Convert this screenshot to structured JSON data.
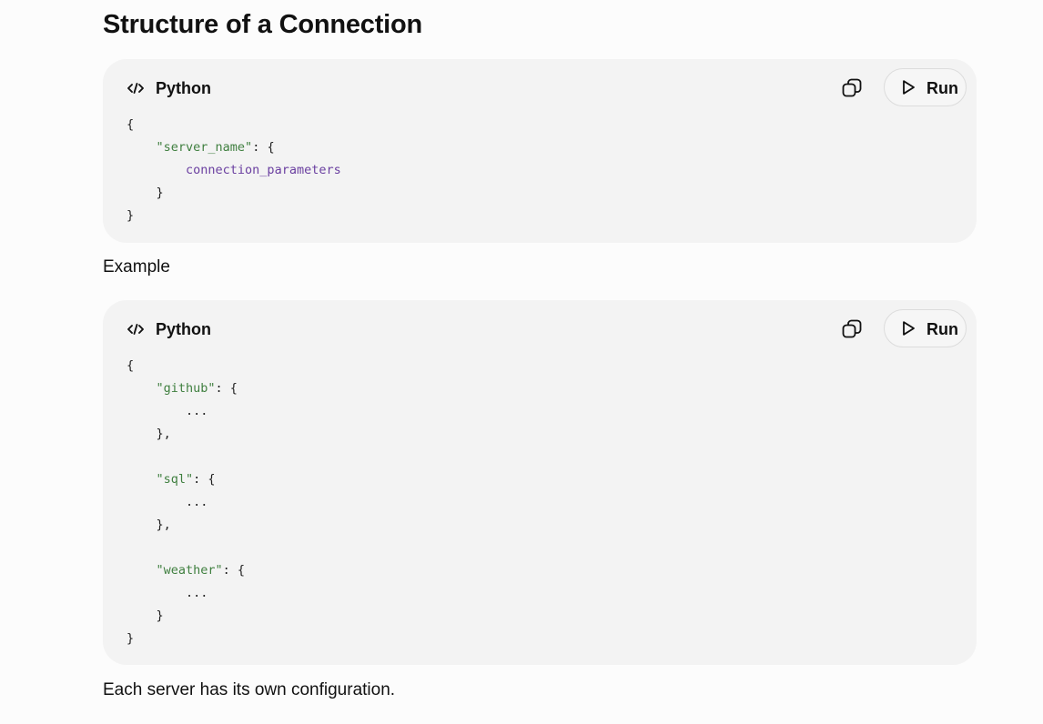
{
  "heading": "Structure of a Connection",
  "code_blocks": [
    {
      "language": "Python",
      "run_label": "Run",
      "lines": [
        [
          {
            "t": "{",
            "c": "p"
          }
        ],
        [
          {
            "t": "    ",
            "c": "p"
          },
          {
            "t": "\"server_name\"",
            "c": "s"
          },
          {
            "t": ": {",
            "c": "p"
          }
        ],
        [
          {
            "t": "        ",
            "c": "p"
          },
          {
            "t": "connection_parameters",
            "c": "i"
          }
        ],
        [
          {
            "t": "    }",
            "c": "p"
          }
        ],
        [
          {
            "t": "}",
            "c": "p"
          }
        ]
      ]
    },
    {
      "language": "Python",
      "run_label": "Run",
      "lines": [
        [
          {
            "t": "{",
            "c": "p"
          }
        ],
        [
          {
            "t": "    ",
            "c": "p"
          },
          {
            "t": "\"github\"",
            "c": "s"
          },
          {
            "t": ": {",
            "c": "p"
          }
        ],
        [
          {
            "t": "        ...",
            "c": "p"
          }
        ],
        [
          {
            "t": "    },",
            "c": "p"
          }
        ],
        [
          {
            "t": "",
            "c": "p"
          }
        ],
        [
          {
            "t": "    ",
            "c": "p"
          },
          {
            "t": "\"sql\"",
            "c": "s"
          },
          {
            "t": ": {",
            "c": "p"
          }
        ],
        [
          {
            "t": "        ...",
            "c": "p"
          }
        ],
        [
          {
            "t": "    },",
            "c": "p"
          }
        ],
        [
          {
            "t": "",
            "c": "p"
          }
        ],
        [
          {
            "t": "    ",
            "c": "p"
          },
          {
            "t": "\"weather\"",
            "c": "s"
          },
          {
            "t": ": {",
            "c": "p"
          }
        ],
        [
          {
            "t": "        ...",
            "c": "p"
          }
        ],
        [
          {
            "t": "    }",
            "c": "p"
          }
        ],
        [
          {
            "t": "}",
            "c": "p"
          }
        ]
      ]
    }
  ],
  "paragraphs": {
    "example": "Example",
    "closing": "Each server has its own configuration."
  },
  "icons": {
    "language": "code-icon",
    "copy": "copy-icon",
    "run": "play-icon"
  },
  "colors": {
    "string": "#3f7f3f",
    "identifier": "#6a3fa0",
    "card_background": "#f3f3f3"
  }
}
